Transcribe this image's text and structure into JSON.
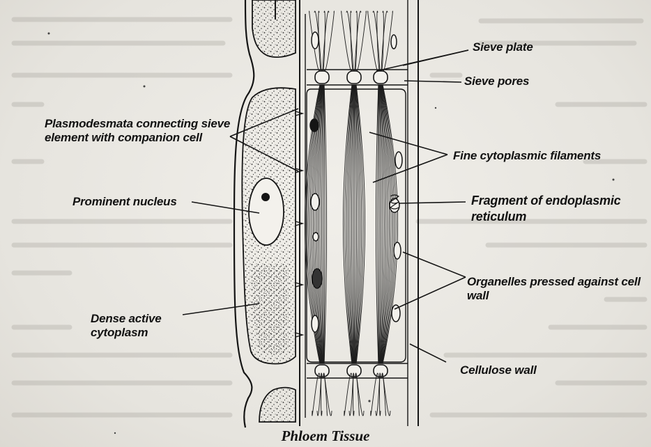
{
  "caption": "Phloem Tissue",
  "labels": {
    "sieve_plate": "Sieve plate",
    "sieve_pores": "Sieve pores",
    "plasmodesmata": "Plasmodesmata connecting sieve element with companion cell",
    "fine_filaments": "Fine cytoplasmic filaments",
    "prominent_nucleus": "Prominent nucleus",
    "endoplasmic_reticulum": "Fragment of endoplasmic reticulum",
    "organelles": "Organelles pressed against cell wall",
    "dense_cytoplasm": "Dense active cytoplasm",
    "cellulose_wall": "Cellulose wall"
  },
  "colors": {
    "ink": "#151515",
    "paper": "#ebe9e4",
    "stipple": "#2a2a2a"
  }
}
